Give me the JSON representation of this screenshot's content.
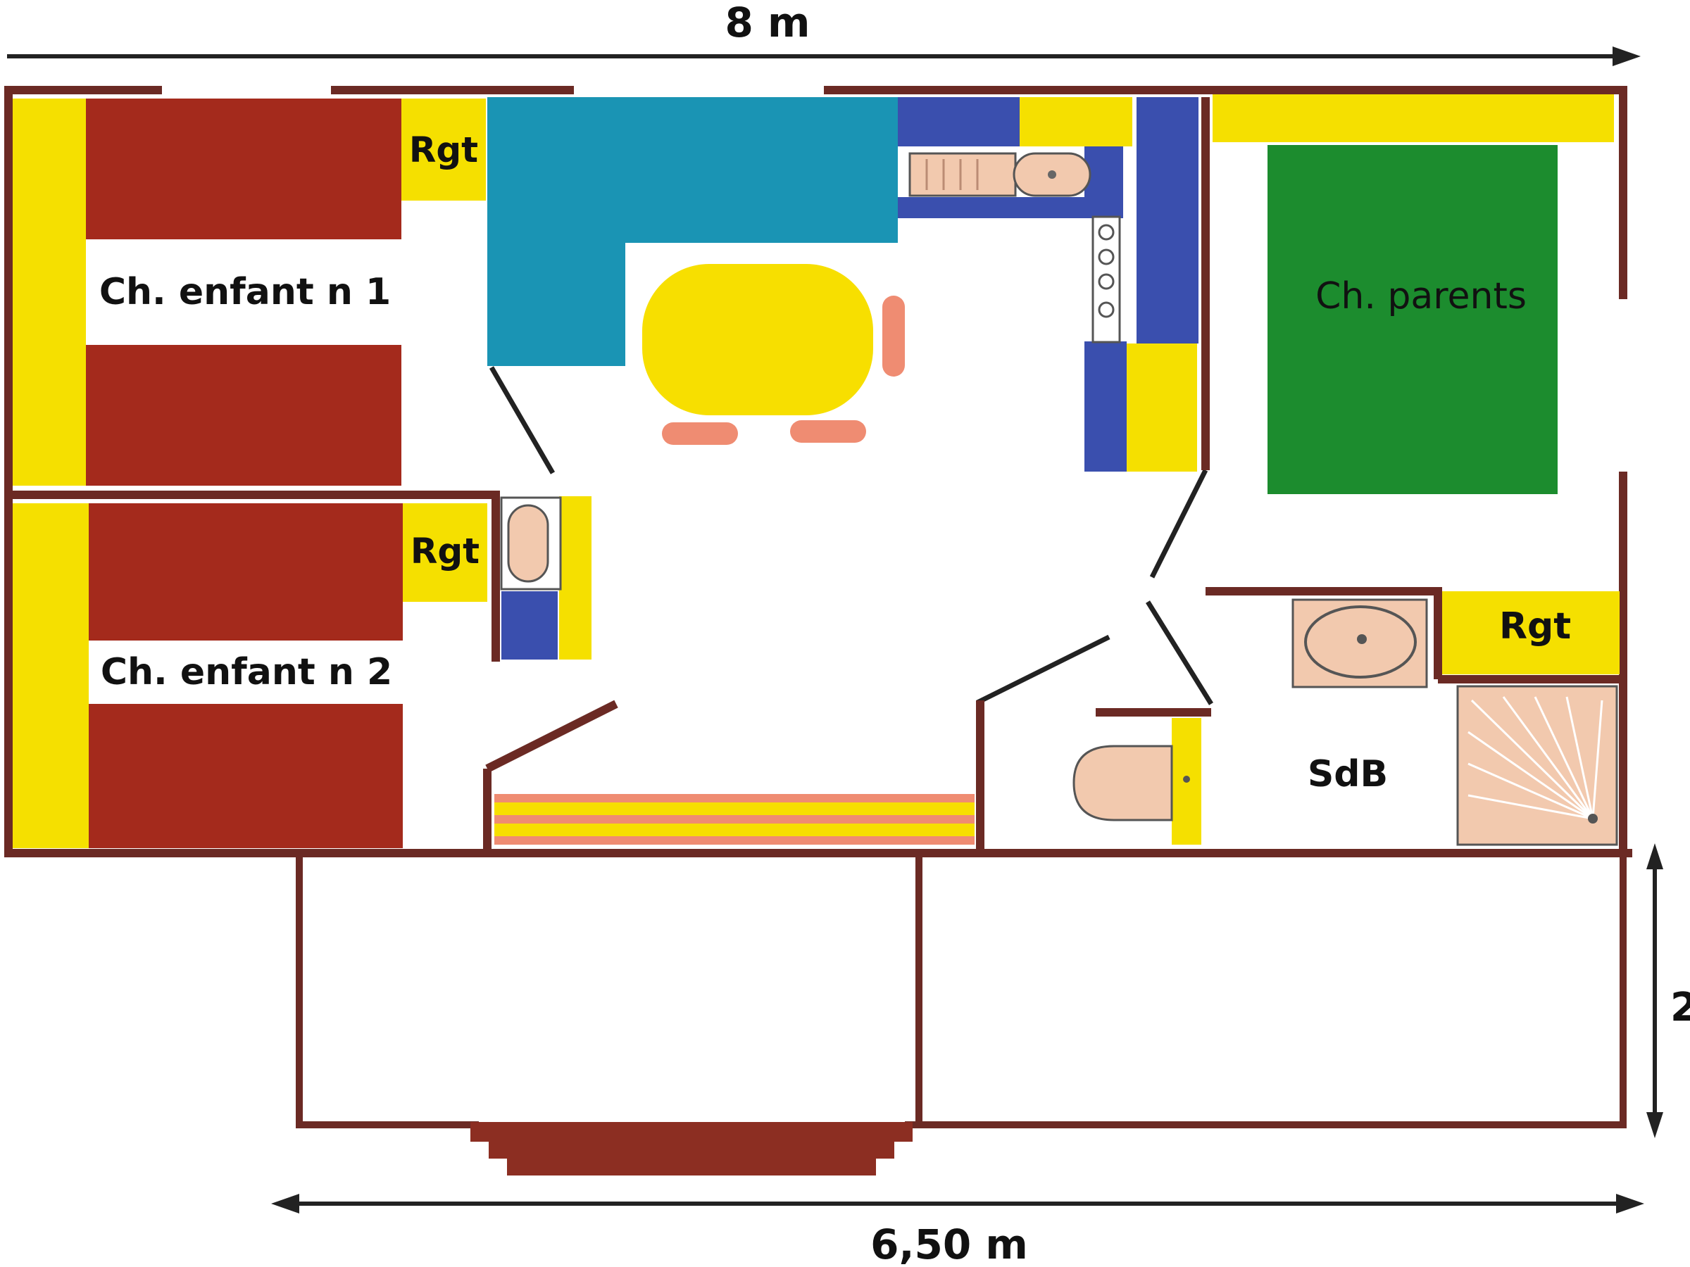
{
  "dimensions": {
    "top_width": "8 m",
    "terrace_width": "6,50 m",
    "terrace_depth": "2"
  },
  "rooms": {
    "child_room_1": "Ch. enfant n 1",
    "child_room_2": "Ch. enfant n 2",
    "parents_room": "Ch. parents",
    "bathroom": "SdB"
  },
  "storage": {
    "rgt_1": "Rgt",
    "rgt_2": "Rgt",
    "rgt_3": "Rgt"
  },
  "colors": {
    "wall": "#6b2a24",
    "bed_children": "#a42a1c",
    "bed_parents": "#1c8c2e",
    "storage": "#f5e000",
    "kitchen": "#1a94b4",
    "appliance": "#3a4fae",
    "fixture": "#f2c9ae",
    "table": "#f7df00",
    "chair": "#ef8c72",
    "steps": "#8c2e22"
  }
}
